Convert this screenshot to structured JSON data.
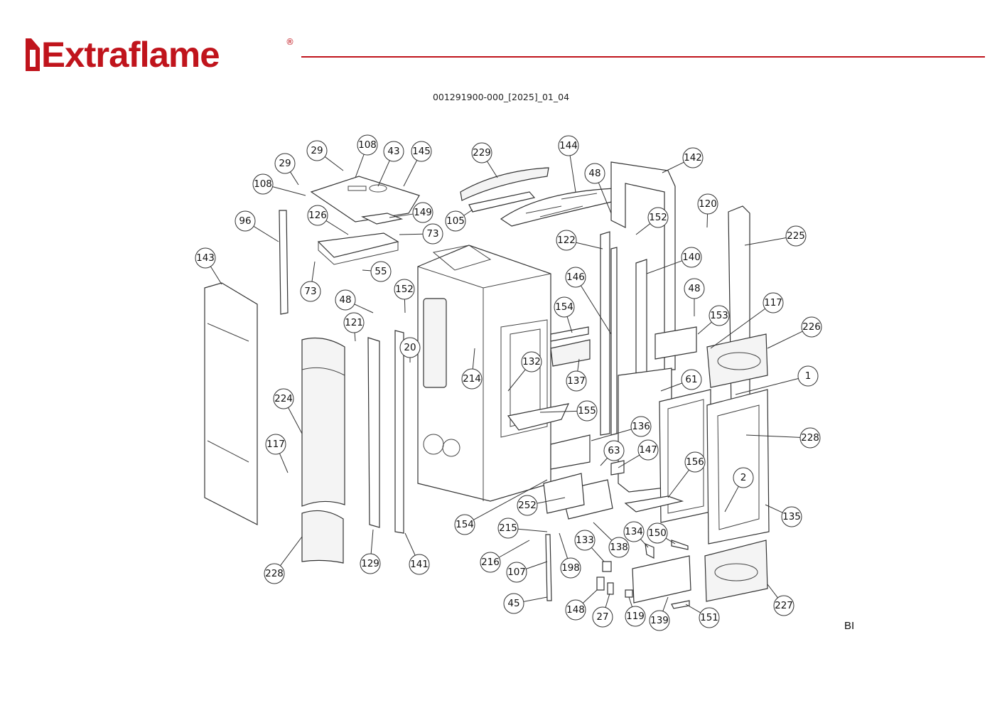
{
  "header": {
    "brand": "Extraflame",
    "registered_mark": "®",
    "brand_color": "#c0141c",
    "document_code": "001291900-000_[2025]_01_04"
  },
  "footer": {
    "page_marker": "BI"
  },
  "diagram": {
    "type": "exploded-parts-view",
    "callouts": [
      "29",
      "108",
      "43",
      "145",
      "29",
      "108",
      "96",
      "126",
      "149",
      "73",
      "143",
      "55",
      "73",
      "229",
      "144",
      "105",
      "48",
      "142",
      "152",
      "120",
      "122",
      "225",
      "140",
      "146",
      "48",
      "154",
      "117",
      "153",
      "48",
      "152",
      "121",
      "226",
      "20",
      "214",
      "132",
      "137",
      "1",
      "61",
      "224",
      "155",
      "136",
      "228",
      "117",
      "63",
      "147",
      "156",
      "2",
      "252",
      "154",
      "135",
      "215",
      "134",
      "150",
      "133",
      "138",
      "198",
      "216",
      "107",
      "228",
      "129",
      "141",
      "45",
      "148",
      "27",
      "119",
      "139",
      "151",
      "227"
    ]
  }
}
